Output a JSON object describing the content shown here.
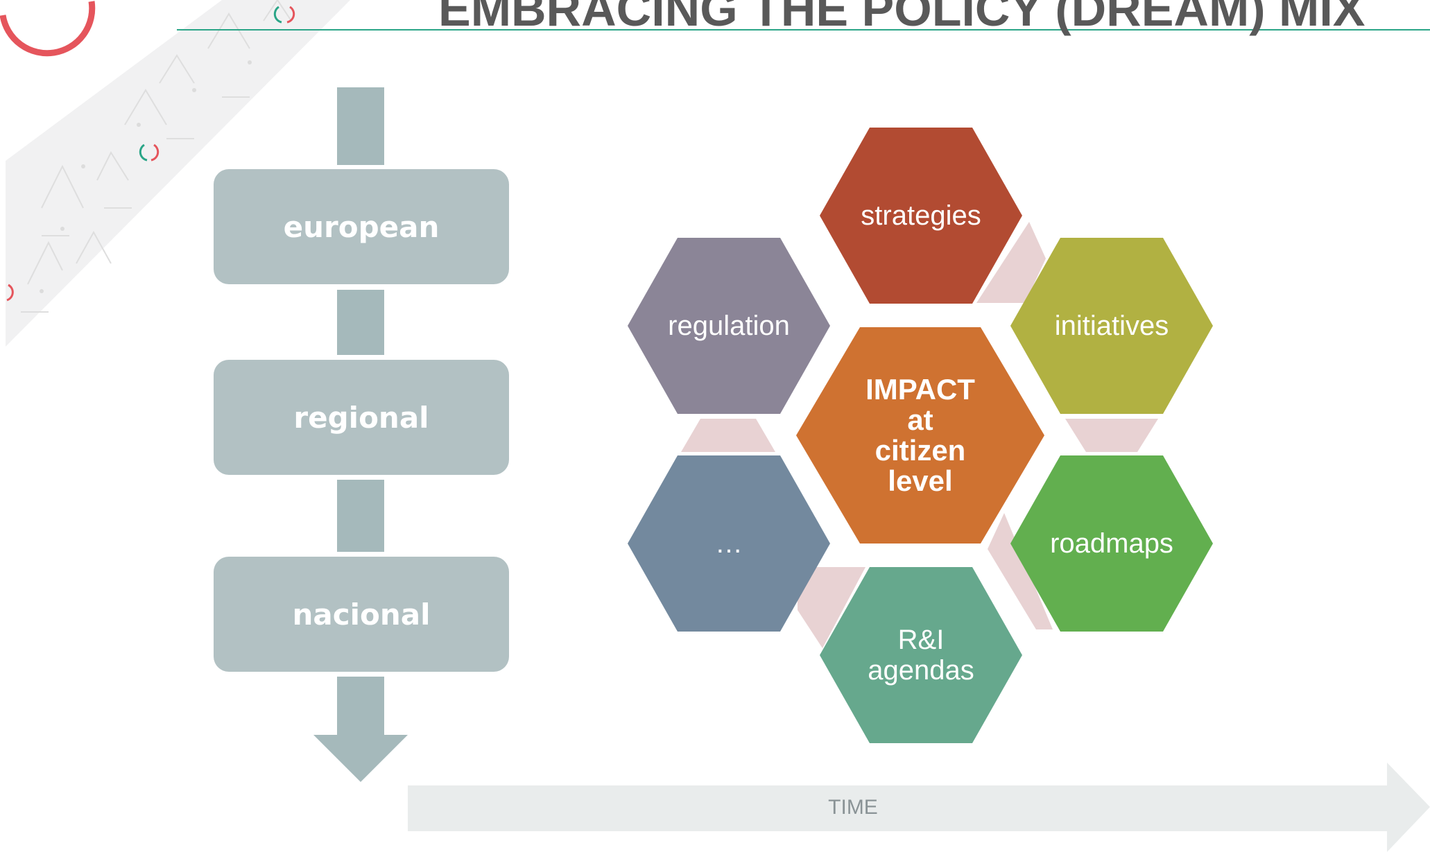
{
  "title": "EMBRACING THE POLICY (DREAM) MIX",
  "levels": [
    "european",
    "regional",
    "nacional"
  ],
  "center": "IMPACT\nat\ncitizen\nlevel",
  "hexagons": {
    "strategies": "strategies",
    "initiatives": "initiatives",
    "roadmaps": "roadmaps",
    "ri_agendas": "R&I\nagendas",
    "ellipsis": "…",
    "regulation": "regulation"
  },
  "time_label": "TIME",
  "colors": {
    "line_accent": "#2aa587",
    "stack_box": "#b2c1c3",
    "stack_arrow": "#a5b9bb",
    "time_arrow": "#e9ecec",
    "connector": "#e8d2d3",
    "center": "#cf7231",
    "strategies": "#b24b32",
    "initiatives": "#b1b142",
    "roadmaps": "#62af4f",
    "ri_agendas": "#66a88d",
    "ellipsis": "#73899e",
    "regulation": "#8b8597"
  }
}
